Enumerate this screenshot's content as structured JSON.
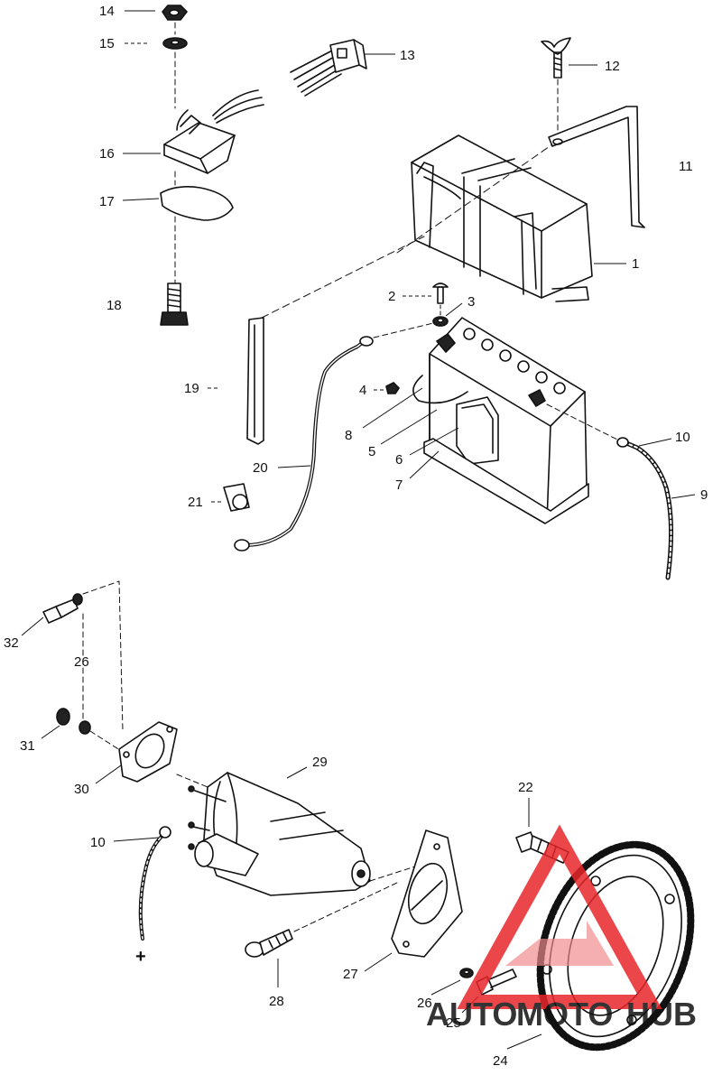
{
  "callouts": [
    {
      "id": "n14",
      "text": "14"
    },
    {
      "id": "n15",
      "text": "15"
    },
    {
      "id": "n13",
      "text": "13"
    },
    {
      "id": "n12",
      "text": "12"
    },
    {
      "id": "n16",
      "text": "16"
    },
    {
      "id": "n11",
      "text": "11"
    },
    {
      "id": "n17",
      "text": "17"
    },
    {
      "id": "n1",
      "text": "1"
    },
    {
      "id": "n2",
      "text": "2"
    },
    {
      "id": "n3",
      "text": "3"
    },
    {
      "id": "n18",
      "text": "18"
    },
    {
      "id": "n19",
      "text": "19"
    },
    {
      "id": "n4",
      "text": "4"
    },
    {
      "id": "n8",
      "text": "8"
    },
    {
      "id": "n5",
      "text": "5"
    },
    {
      "id": "n6",
      "text": "6"
    },
    {
      "id": "n7",
      "text": "7"
    },
    {
      "id": "n10a",
      "text": "10"
    },
    {
      "id": "n9",
      "text": "9"
    },
    {
      "id": "n20",
      "text": "20"
    },
    {
      "id": "n21",
      "text": "21"
    },
    {
      "id": "n32",
      "text": "32"
    },
    {
      "id": "n26a",
      "text": "26"
    },
    {
      "id": "n31",
      "text": "31"
    },
    {
      "id": "n30",
      "text": "30"
    },
    {
      "id": "n29",
      "text": "29"
    },
    {
      "id": "n22",
      "text": "22"
    },
    {
      "id": "n10b",
      "text": "10"
    },
    {
      "id": "n27",
      "text": "27"
    },
    {
      "id": "n28",
      "text": "28"
    },
    {
      "id": "n26b",
      "text": "26"
    },
    {
      "id": "n25",
      "text": "25"
    },
    {
      "id": "n24",
      "text": "24"
    }
  ],
  "polarity_mark": "+",
  "watermark": {
    "text_a": "AUTO",
    "text_b": "MOTO",
    "text_c": "HUB",
    "color": "#e8262a",
    "color_light": "#f08a8c"
  }
}
